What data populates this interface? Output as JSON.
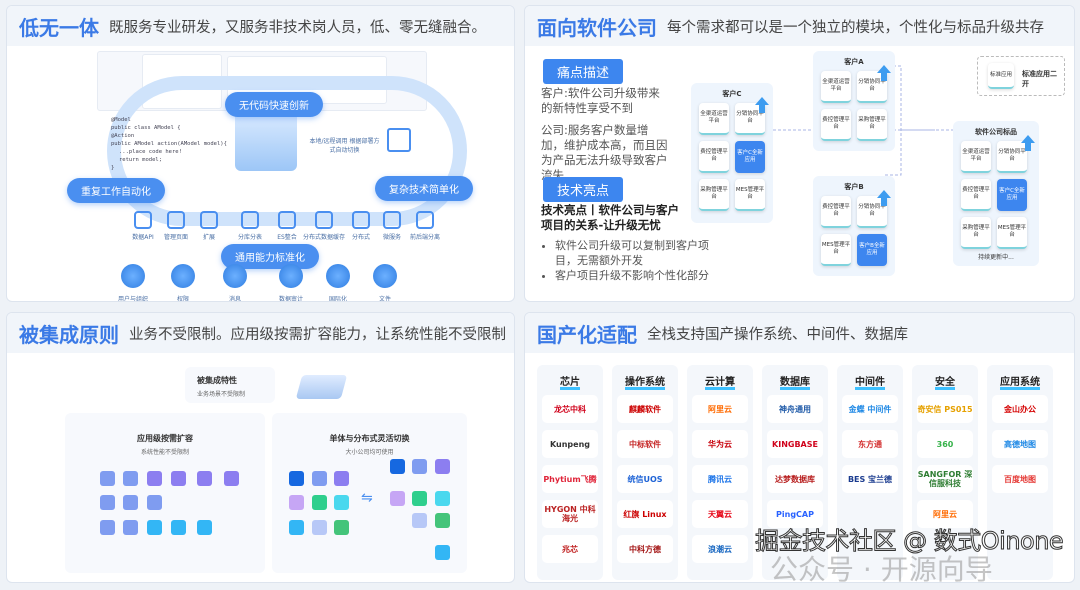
{
  "p1": {
    "title": "低无一体",
    "subtitle": "既服务专业研发，又服务非技术岗人员，低、零无缝融合。",
    "pills": [
      "无代码快速创新",
      "重复工作自动化",
      "复杂技术简单化",
      "通用能力标准化"
    ],
    "remote_note": "本地/远程调用 根据部署方式自动切换",
    "code": [
      "@Model",
      "public class AModel {",
      "@Action",
      "public AModel action(AModel model){",
      "...place code here!",
      "return model;",
      "}"
    ],
    "features": [
      "数据API",
      "管理页面",
      "扩展",
      "分库分表",
      "ES整合",
      "分布式数据缓存",
      "分布式",
      "微服务",
      "前后端分离"
    ],
    "modules": [
      "用户与组织",
      "权限",
      "消息",
      "数据审计",
      "国际化",
      "文件"
    ]
  },
  "p2": {
    "title": "面向软件公司",
    "subtitle": "每个需求都可以是一个独立的模块，个性化与标品升级共存",
    "pain_tag": "痛点描述",
    "pain_customer": "客户:软件公司升级带来的新特性享受不到",
    "pain_company": "公司:服务客户数量增加，维护成本高，而且因为产品无法升级导致客户流失",
    "tech_tag": "技术亮点",
    "tech_heading": "技术亮点丨软件公司与客户项目的关系-让升级无忧",
    "bullets": [
      "软件公司升级可以复制到客户项目，无需额外开发",
      "客户项目升级不影响个性化部分"
    ],
    "customer_c": {
      "title": "客户C",
      "mods": [
        "全渠道运营平台",
        "分销协同平台",
        "费控管理平台",
        "客户C全新应用",
        "采购管理平台",
        "MES管理平台"
      ]
    },
    "customer_a": {
      "title": "客户A",
      "mods": [
        "全渠道运营平台",
        "分销协同平台",
        "费控管理平台",
        "采购管理平台"
      ]
    },
    "customer_b": {
      "title": "客户B",
      "mods": [
        "费控管理平台",
        "分销协同平台",
        "MES管理平台",
        "客户B全新应用"
      ]
    },
    "standard": {
      "title": "软件公司标品",
      "mods": [
        "全渠道运营平台",
        "分销协同平台",
        "费控管理平台",
        "客户C全新应用",
        "采购管理平台",
        "MES管理平台"
      ],
      "footer": "持续更新中..."
    },
    "legend": {
      "box": "标准应用",
      "label": "标准应用二开"
    }
  },
  "p3": {
    "title": "被集成原则",
    "subtitle": "业务不受限制。应用级按需扩容能力，让系统性能不受限制",
    "feature_title": "被集成特性",
    "feature_sub": "业务场景不受限制",
    "left_title": "应用级按需扩容",
    "left_sub": "系统性能不受限制",
    "right_title": "单体与分布式灵活切换",
    "right_sub": "大小公司均可使用"
  },
  "p4": {
    "title": "国产化适配",
    "subtitle": "全栈支持国产操作系统、中间件、数据库",
    "columns": [
      {
        "name": "芯片",
        "logos": [
          "龙芯中科",
          "Kunpeng",
          "Phytium飞腾",
          "HYGON 中科海光",
          "兆芯"
        ]
      },
      {
        "name": "操作系统",
        "logos": [
          "麒麟软件",
          "中标软件",
          "统信UOS",
          "红旗 Linux",
          "中科方德"
        ]
      },
      {
        "name": "云计算",
        "logos": [
          "阿里云",
          "华为云",
          "腾讯云",
          "天翼云",
          "浪潮云"
        ]
      },
      {
        "name": "数据库",
        "logos": [
          "神舟通用",
          "KINGBASE",
          "达梦数据库",
          "PingCAP"
        ]
      },
      {
        "name": "中间件",
        "logos": [
          "金蝶 中间件",
          "东方通",
          "BES 宝兰德"
        ]
      },
      {
        "name": "安全",
        "logos": [
          "奇安信 PS015",
          "360",
          "SANGFOR 深信服科技",
          "阿里云"
        ]
      },
      {
        "name": "应用系统",
        "logos": [
          "金山办公",
          "高德地图",
          "百度地图"
        ]
      }
    ]
  },
  "watermark": {
    "back": "公众号 · 开源向导",
    "front": "掘金技术社区 @ 数式Oinone"
  },
  "colors": {
    "accent": "#3b7ae6",
    "pill": "#4a8ff0",
    "header_bg": "#f1f5fa"
  }
}
